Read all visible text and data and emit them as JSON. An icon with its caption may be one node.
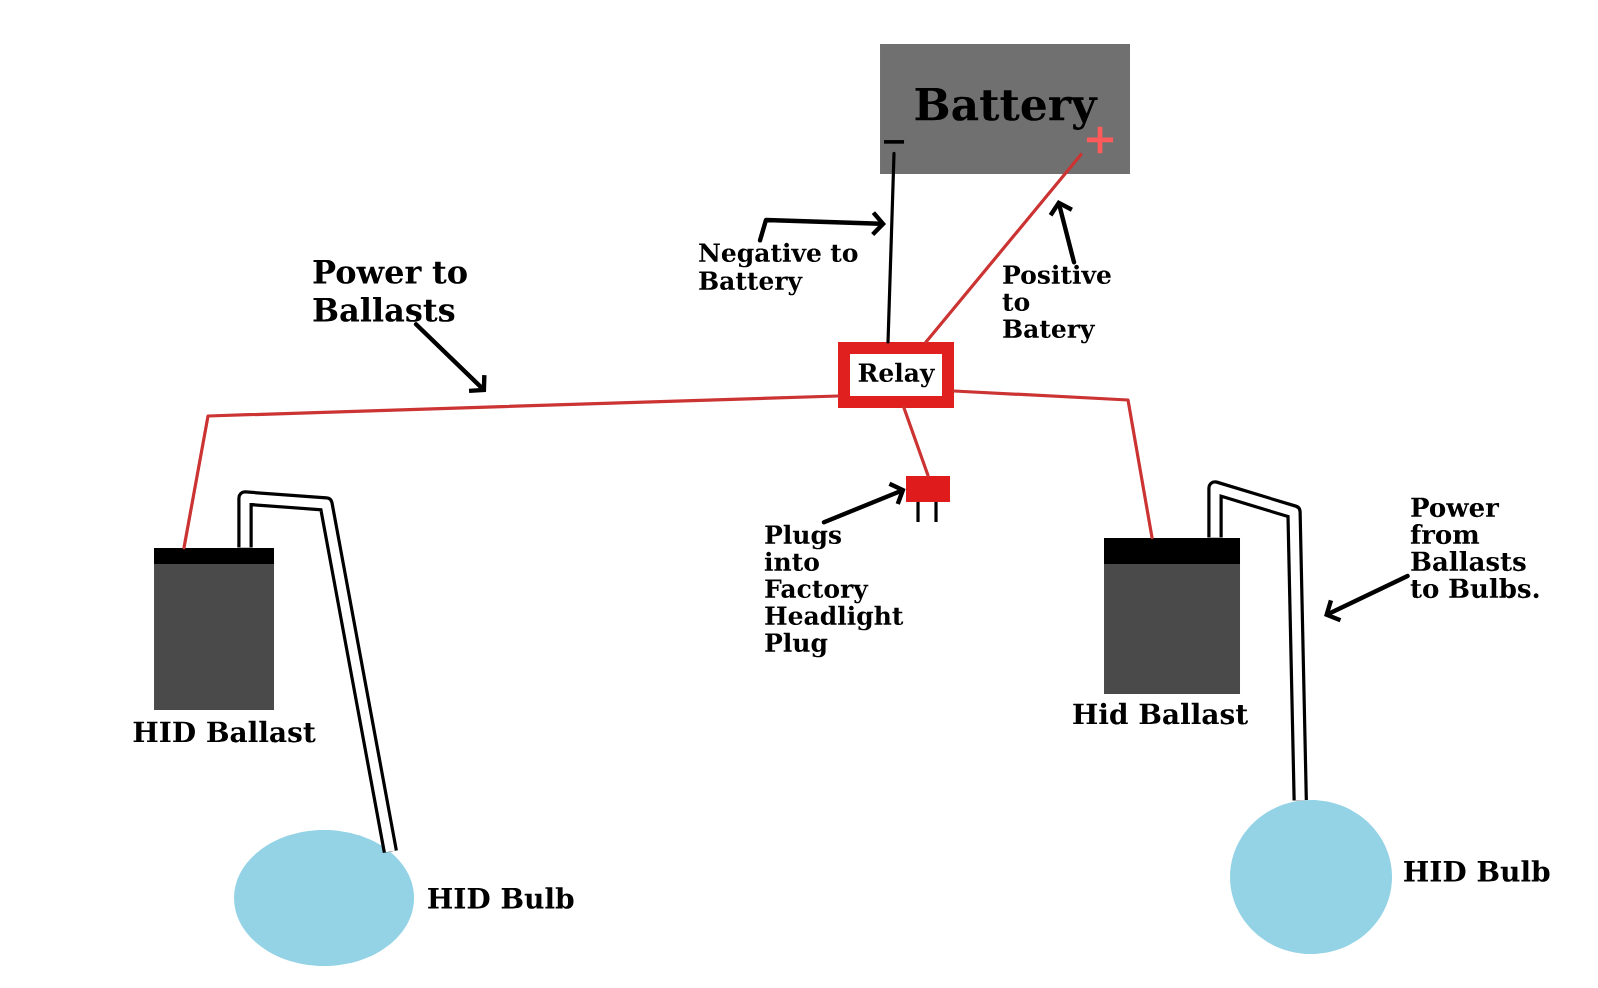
{
  "diagram": {
    "nodes": [
      {
        "text": [
          "Battery"
        ]
      },
      {
        "text": [
          "−"
        ],
        "in": 0
      },
      {
        "text": [
          "+"
        ],
        "in": 0
      },
      {
        "text": [
          "Power to Ballasts"
        ]
      },
      {
        "text": [
          "Negative to Battery"
        ]
      },
      {
        "text": [
          "Positive to Batery"
        ]
      },
      {
        "text": [
          "Relay"
        ]
      },
      {
        "text": [],
        "shape": "box"
      },
      {
        "text": [
          "Plugs into Factory Headlight Plug"
        ]
      },
      {
        "text": [
          "Power from Ballasts to Bulbs."
        ]
      },
      {
        "text": [
          "HID Ballast"
        ]
      },
      {
        "text": [
          "Hid Ballast"
        ]
      },
      {
        "text": [
          "HID Bulb"
        ]
      },
      {
        "text": [
          "HID Bulb"
        ]
      }
    ],
    "edges": [
      {
        "from": 6,
        "to": 1,
        "arrow": "none"
      },
      {
        "from": 6,
        "to": 2,
        "arrow": "none",
        "color": "#cc3333"
      },
      {
        "from": 6,
        "to": 10,
        "arrow": "none",
        "color": "#cc3333"
      },
      {
        "from": 6,
        "to": 11,
        "arrow": "none",
        "color": "#cc3333"
      },
      {
        "from": 6,
        "to": 7,
        "arrow": "none",
        "color": "#cc3333"
      },
      {
        "from": 10,
        "to": 12,
        "arrow": "none",
        "style": "thick"
      },
      {
        "from": 11,
        "to": 13,
        "arrow": "none",
        "style": "thick"
      },
      {
        "from": 3,
        "to": null,
        "arrow": "to"
      },
      {
        "from": 4,
        "to": null,
        "arrow": "to"
      },
      {
        "from": 5,
        "to": null,
        "arrow": "to"
      },
      {
        "from": 8,
        "to": 7,
        "arrow": "to"
      },
      {
        "from": 9,
        "to": null,
        "arrow": "to"
      }
    ]
  }
}
